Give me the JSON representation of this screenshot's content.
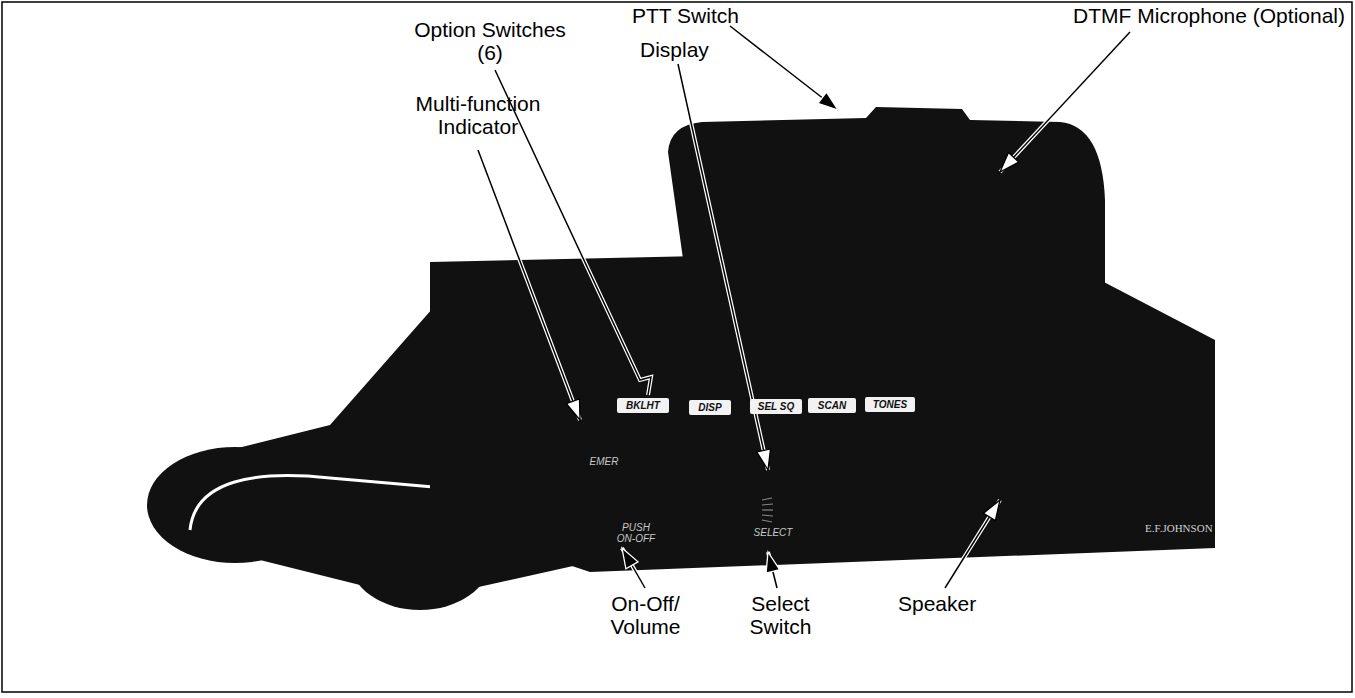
{
  "diagram": {
    "labels": [
      "Option Switches (6)",
      "PTT Switch",
      "DTMF Microphone (Optional)",
      "Display",
      "Multi-function Indicator",
      "BKLHT",
      "DISP",
      "SEL SQ",
      "SCAN",
      "TONES",
      "EMER",
      "PUSH ON-OFF",
      "SELECT",
      "E.F.JOHNSON",
      "On-Off/ Volume",
      "Select Switch",
      "Speaker"
    ]
  }
}
